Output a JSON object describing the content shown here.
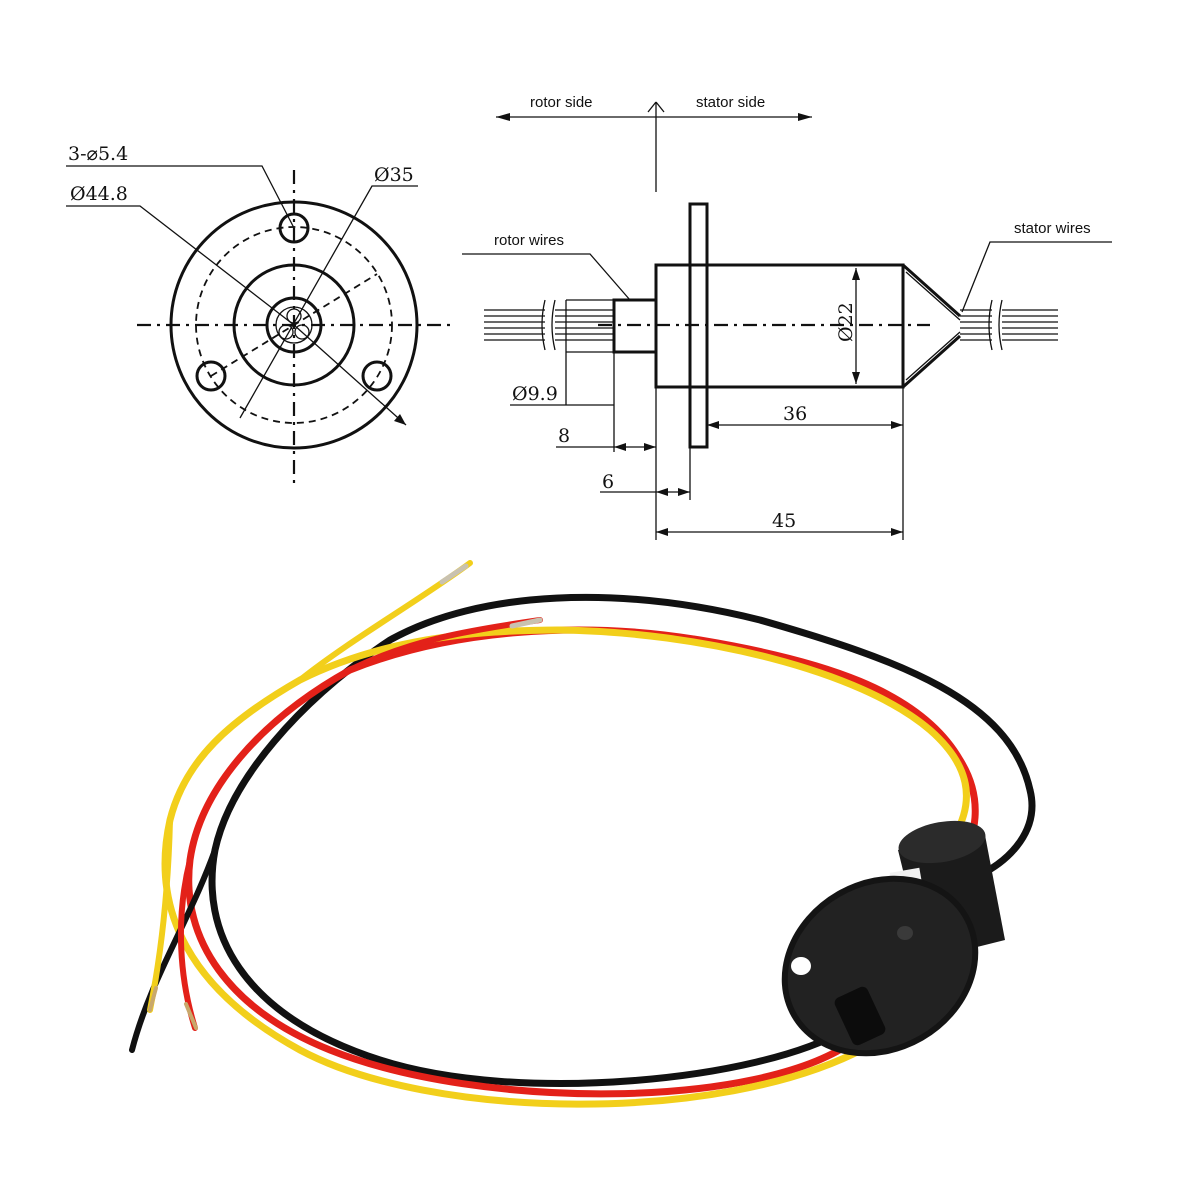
{
  "front_view": {
    "holes_label": "3-⌀5.4",
    "outer_diameter_label": "Ø44.8",
    "inner_diameter_label": "Ø35"
  },
  "side_view": {
    "rotor_side_label": "rotor side",
    "stator_side_label": "stator side",
    "rotor_wires_label": "rotor wires",
    "stator_wires_label": "stator wires",
    "body_diameter_label": "Ø22",
    "shaft_diameter_label": "Ø9.9",
    "dim_36": "36",
    "dim_8": "8",
    "dim_6": "6",
    "dim_45": "45"
  },
  "photo": {
    "wire_colors": [
      "#111111",
      "#e32119",
      "#f2cf1b"
    ],
    "body_color": "#1b1b1b",
    "description_icon": "slip-ring-photo"
  }
}
